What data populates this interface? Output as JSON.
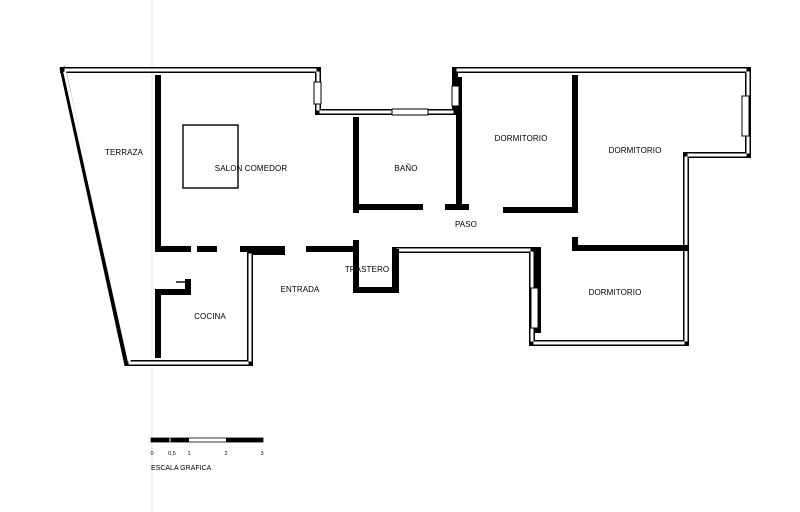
{
  "rooms": {
    "terraza": "TERRAZA",
    "salon": "SALON COMEDOR",
    "bano": "BAÑO",
    "dorm1": "DORMITORIO",
    "dorm2": "DORMITORIO",
    "dorm3": "DORMITORIO",
    "paso": "PASO",
    "trastero": "TRASTERO",
    "entrada": "ENTRADA",
    "cocina": "COCINA"
  },
  "scale": {
    "caption": "ESCALA GRAFICA",
    "ticks": [
      "0",
      "0,5",
      "1",
      "2",
      "3"
    ]
  }
}
